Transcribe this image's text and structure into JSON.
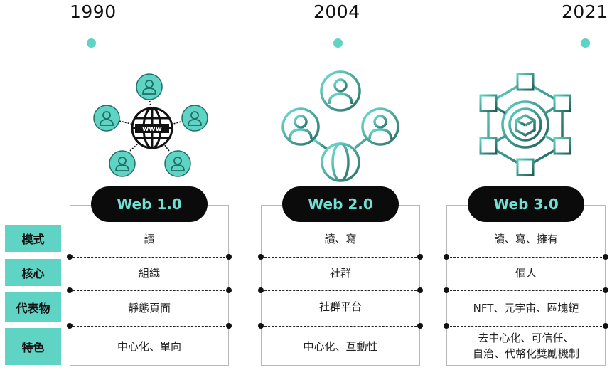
{
  "timeline": {
    "years": [
      "1990",
      "2004",
      "2021"
    ]
  },
  "colors": {
    "accent": "#5fd3c4",
    "accent_dark": "#2a8f84",
    "pill_bg": "#0b0b0b",
    "pill_text": "#6fe0d3"
  },
  "icons": {
    "web1": "globe-network-icon",
    "web2": "social-network-icon",
    "web3": "blockchain-hexagon-icon"
  },
  "row_labels": [
    "模式",
    "核心",
    "代表物",
    "特色"
  ],
  "columns": [
    {
      "title": "Web 1.0",
      "rows": [
        "讀",
        "組織",
        "靜態頁面",
        "中心化、單向"
      ]
    },
    {
      "title": "Web 2.0",
      "rows": [
        "讀、寫",
        "社群",
        "社群平台",
        "中心化、互動性"
      ]
    },
    {
      "title": "Web 3.0",
      "rows": [
        "讀、寫、擁有",
        "個人",
        "NFT、元宇宙、區塊鏈",
        "去中心化、可信任、\n自治、代幣化獎勵機制"
      ]
    }
  ]
}
